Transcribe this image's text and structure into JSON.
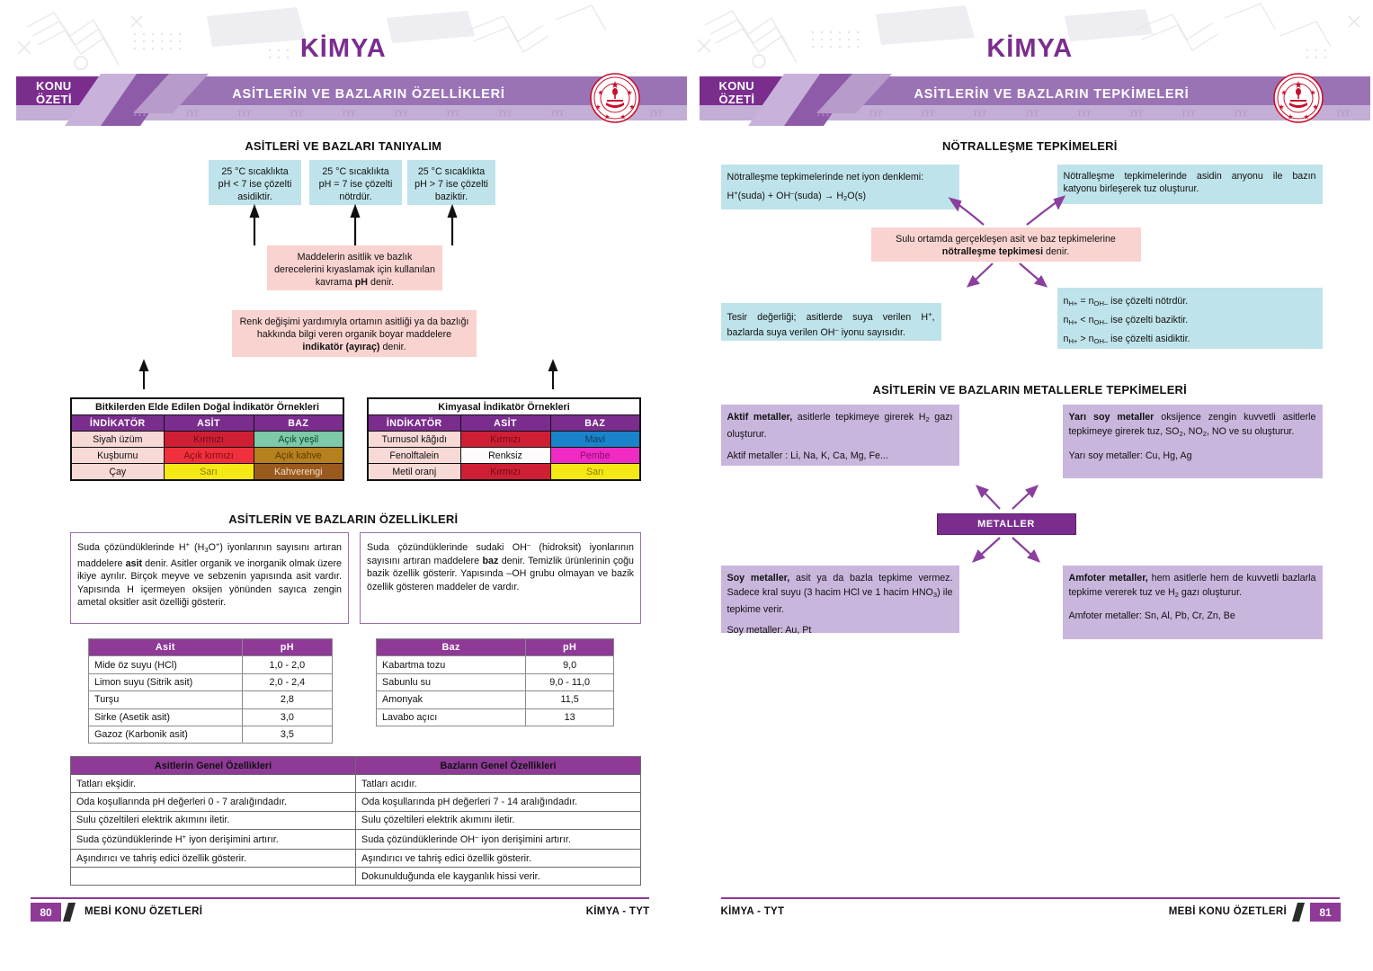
{
  "left_page": {
    "subject": "KİMYA",
    "banner": {
      "konu": "KONU",
      "ozeti": "ÖZETİ",
      "title": "ASİTLERİN VE BAZLARIN ÖZELLİKLERİ",
      "tyt": "TYT"
    },
    "section1_heading": "ASİTLERİ VE BAZLARI TANIYALIM",
    "ph_boxes": [
      "25 °C sıcaklıkta pH < 7 ise çözelti asidiktir.",
      "25 °C sıcaklıkta pH = 7 ise çözelti nötrdür.",
      "25 °C sıcaklıkta pH > 7 ise çözelti baziktir."
    ],
    "ph_def_box": {
      "pre": "Maddelerin asitlik ve bazlık derecelerini kıyaslamak için kullanılan kavrama ",
      "bold": "pH",
      "post": " denir."
    },
    "indicator_def_box": {
      "pre": "Renk değişimi yardımıyla ortamın asitliği ya da bazlığı hakkında bilgi veren organik boyar maddelere ",
      "bold": "indikatör (ayıraç)",
      "post": " denir."
    },
    "natural_table": {
      "title": "Bitkilerden Elde Edilen Doğal İndikatör Örnekleri",
      "headers": [
        "İNDİKATÖR",
        "ASİT",
        "BAZ"
      ],
      "rows": [
        {
          "name": "Siyah üzüm",
          "acid": "Kırmızı",
          "base": "Açık yeşil",
          "acid_bg": "#cf1f34",
          "acid_fg": "#6b0d18",
          "base_bg": "#7ec9a8",
          "base_fg": "#0e4a31"
        },
        {
          "name": "Kuşburnu",
          "acid": "Açık kırmızı",
          "base": "Açık kahve",
          "acid_bg": "#f0303c",
          "acid_fg": "#7a0d14",
          "base_bg": "#b5801e",
          "base_fg": "#5d3c06"
        },
        {
          "name": "Çay",
          "acid": "Sarı",
          "base": "Kahverengi",
          "acid_bg": "#f5e915",
          "acid_fg": "#8a7d06",
          "base_bg": "#9a5a1e",
          "base_fg": "#f2ddc8"
        }
      ]
    },
    "chemical_table": {
      "title": "Kimyasal İndikatör Örnekleri",
      "headers": [
        "İNDİKATÖR",
        "ASİT",
        "BAZ"
      ],
      "rows": [
        {
          "name": "Turnusol kâğıdı",
          "acid": "Kırmızı",
          "base": "Mavi",
          "acid_bg": "#cf1f34",
          "acid_fg": "#6b0d18",
          "base_bg": "#1b83c9",
          "base_fg": "#0c3f63"
        },
        {
          "name": "Fenolftalein",
          "acid": "Renksiz",
          "base": "Pembe",
          "acid_bg": "#fdfbfb",
          "acid_fg": "#111111",
          "base_bg": "#ef2bc4",
          "base_fg": "#8b0c6e"
        },
        {
          "name": "Metil oranj",
          "acid": "Kırmızı",
          "base": "Sarı",
          "acid_bg": "#cf1f34",
          "acid_fg": "#6b0d18",
          "base_bg": "#f5e915",
          "base_fg": "#8a7d06"
        }
      ]
    },
    "section2_heading": "ASİTLERİN VE BAZLARIN ÖZELLİKLERİ",
    "acid_def": {
      "p1a": "Suda çözündüklerinde H",
      "p1sup": "+",
      "p1b": " (H",
      "p1sub": "3",
      "p1c": "O",
      "p1sup2": "+",
      "p1d": ") iyonlarının sayısını artıran maddelere ",
      "bold": "asit",
      "p2": " denir. Asitler organik ve inorganik olmak üzere ikiye ayrılır. Birçok meyve ve sebzenin yapısında asit vardır. Yapısında H içermeyen oksijen yönünden sayıca zengin ametal oksitler asit özelliği gösterir."
    },
    "base_def": {
      "p1": "Suda çözündüklerinde sudaki OH",
      "sup": "–",
      "p2": " (hidroksit) iyonlarının sayısını artıran maddelere ",
      "bold": "baz",
      "p3": " denir. Temizlik ürünlerinin çoğu bazik özellik gösterir. Yapısında –OH grubu olmayan ve bazik özellik gösteren maddeler de vardır."
    },
    "acid_ph_table": {
      "headers": [
        "Asit",
        "pH"
      ],
      "rows": [
        [
          "Mide öz suyu (HCl)",
          "1,0 - 2,0"
        ],
        [
          "Limon suyu (Sitrik asit)",
          "2,0 - 2,4"
        ],
        [
          "Turşu",
          "2,8"
        ],
        [
          "Sirke (Asetik asit)",
          "3,0"
        ],
        [
          "Gazoz (Karbonik asit)",
          "3,5"
        ]
      ]
    },
    "base_ph_table": {
      "headers": [
        "Baz",
        "pH"
      ],
      "rows": [
        [
          "Kabartma tozu",
          "9,0"
        ],
        [
          "Sabunlu su",
          "9,0 - 11,0"
        ],
        [
          "Amonyak",
          "11,5"
        ],
        [
          "Lavabo açıcı",
          "13"
        ]
      ]
    },
    "general_table": {
      "headers": [
        "Asitlerin Genel Özellikleri",
        "Bazların Genel Özellikleri"
      ],
      "rows": [
        {
          "acid": "Tatları ekşidir.",
          "base": "Tatları acıdır."
        },
        {
          "acid": "Oda koşullarında pH değerleri 0 - 7 aralığındadır.",
          "base": "Oda koşullarında pH değerleri 7 - 14 aralığındadır."
        },
        {
          "acid": "Sulu çözeltileri elektrik akımını iletir.",
          "base": "Sulu çözeltileri elektrik akımını iletir."
        },
        {
          "acid_html": "Suda çözündüklerinde H<sup>+</sup> iyon derişimini artırır.",
          "base_html": "Suda çözündüklerinde OH<sup>–</sup> iyon derişimini artırır."
        },
        {
          "acid": "Aşındırıcı ve tahriş edici özellik gösterir.",
          "base": "Aşındırıcı ve tahriş edici özellik gösterir."
        },
        {
          "acid": "",
          "base": "Dokunulduğunda ele kayganlık hissi verir."
        }
      ]
    },
    "footer": {
      "page": "80",
      "left": "MEBİ KONU ÖZETLERİ",
      "right": "KİMYA - TYT"
    }
  },
  "right_page": {
    "subject": "KİMYA",
    "banner": {
      "konu": "KONU",
      "ozeti": "ÖZETİ",
      "title": "ASİTLERİN VE BAZLARIN TEPKİMELERİ",
      "tyt": "TYT"
    },
    "section1_heading": "NÖTRALLEŞME TEPKİMELERİ",
    "net_ion_box": {
      "line1": "Nötralleşme tepkimelerinde net iyon denklemi:",
      "line2_html": "H<sup>+</sup>(suda) + OH<sup>–</sup>(suda) → H<sub>2</sub>O(s)"
    },
    "salt_box": "Nötralleşme tepkimelerinde asidin anyonu ile bazın katyonu birleşerek tuz oluşturur.",
    "definition_box": {
      "pre": "Sulu ortamda gerçekleşen asit ve baz tepkimelerine ",
      "bold": "nötralleşme tepkimesi",
      "post": " denir."
    },
    "tesir_box_html": "Tesir değerliği; asitlerde suya verilen H<sup>+</sup>, bazlarda suya verilen OH<sup>–</sup> iyonu sayısıdır.",
    "n_rules": [
      {
        "lhs": "n",
        "lhs_sub": "H+",
        "op": "=",
        "rhs": "n",
        "rhs_sub": "OH–",
        "text": " ise çözelti nötrdür."
      },
      {
        "lhs": "n",
        "lhs_sub": "H+",
        "op": "<",
        "rhs": "n",
        "rhs_sub": "OH–",
        "text": " ise çözelti baziktir."
      },
      {
        "lhs": "n",
        "lhs_sub": "H+",
        "op": ">",
        "rhs": "n",
        "rhs_sub": "OH–",
        "text": " ise çözelti asidiktir."
      }
    ],
    "section2_heading": "ASİTLERİN VE BAZLARIN METALLERLE TEPKİMELERİ",
    "aktif_box": {
      "bold": "Aktif metaller,",
      "text_html": " asitlerle tepkimeye girerek H<sub>2</sub> gazı oluşturur.",
      "list": "Aktif metaller : Li, Na, K, Ca, Mg, Fe..."
    },
    "yari_soy_box": {
      "bold": "Yarı soy metaller",
      "text_html": " oksijence zengin kuvvetli asitlerle tepkimeye girerek tuz, SO<sub>2</sub>, NO<sub>2</sub>, NO ve su oluşturur.",
      "list": "Yarı soy metaller: Cu, Hg, Ag"
    },
    "metaller_node": "METALLER",
    "soy_box": {
      "bold": "Soy metaller,",
      "text_html": " asit ya da bazla tepkime vermez. Sadece kral suyu (3 hacim HCl ve 1 hacim HNO<sub>3</sub>) ile tepkime verir.",
      "list": "Soy metaller: Au, Pt"
    },
    "amfoter_box": {
      "bold": "Amfoter metaller,",
      "text_html": " hem asitlerle hem de kuvvetli bazlarla tepkime vererek tuz ve H<sub>2</sub> gazı oluşturur.",
      "list": "Amfoter metaller: Sn, Al, Pb, Cr, Zn, Be"
    },
    "footer": {
      "page": "81",
      "left": "KİMYA - TYT",
      "right": "MEBİ KONU ÖZETLERİ"
    }
  },
  "colors": {
    "brand_purple": "#7b2d8e",
    "banner_light": "#b79ccb",
    "banner_dark": "#8e5ba8",
    "blue_box": "#bfe3ea",
    "pink_box": "#f9d3d0",
    "purple_box": "#c9b6dd",
    "seal_red": "#c8102e"
  }
}
